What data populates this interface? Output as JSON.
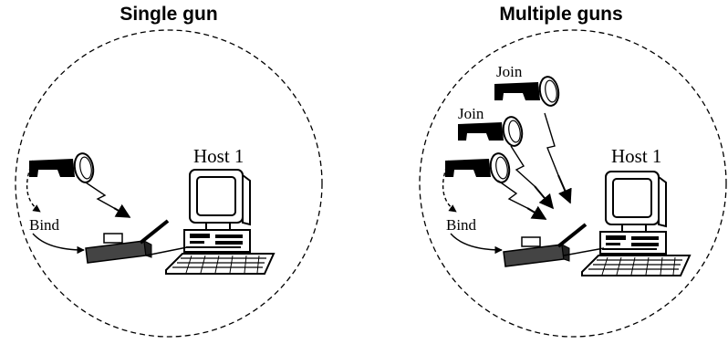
{
  "panels": [
    {
      "title": "Single gun",
      "host_label": "Host 1",
      "bind_label": "Bind",
      "join_labels": []
    },
    {
      "title": "Multiple guns",
      "host_label": "Host 1",
      "bind_label": "Bind",
      "join_labels": [
        "Join",
        "Join"
      ]
    }
  ]
}
